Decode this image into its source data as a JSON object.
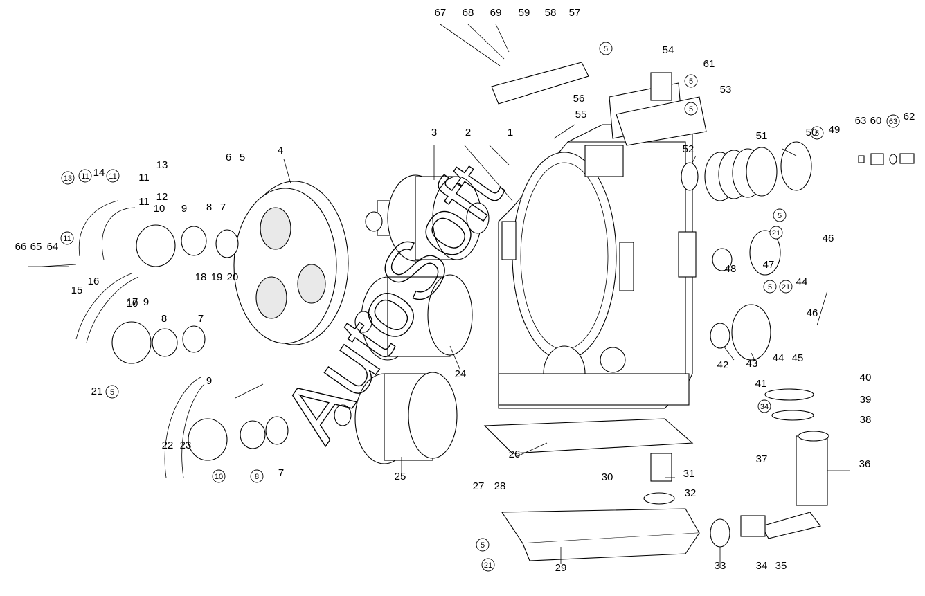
{
  "diagram": {
    "watermark": "AutoSoft",
    "callouts": [
      "1",
      "2",
      "3",
      "4",
      "5",
      "6",
      "7",
      "8",
      "9",
      "10",
      "11",
      "12",
      "13",
      "14",
      "15",
      "16",
      "17",
      "18",
      "19",
      "20",
      "21",
      "22",
      "23",
      "24",
      "25",
      "26",
      "27",
      "28",
      "29",
      "30",
      "31",
      "32",
      "33",
      "34",
      "35",
      "36",
      "37",
      "38",
      "39",
      "40",
      "41",
      "42",
      "43",
      "44",
      "45",
      "46",
      "47",
      "48",
      "49",
      "50",
      "51",
      "52",
      "53",
      "54",
      "55",
      "56",
      "57",
      "58",
      "59",
      "60",
      "61",
      "62",
      "63",
      "64",
      "65",
      "66",
      "67",
      "68",
      "69"
    ]
  }
}
